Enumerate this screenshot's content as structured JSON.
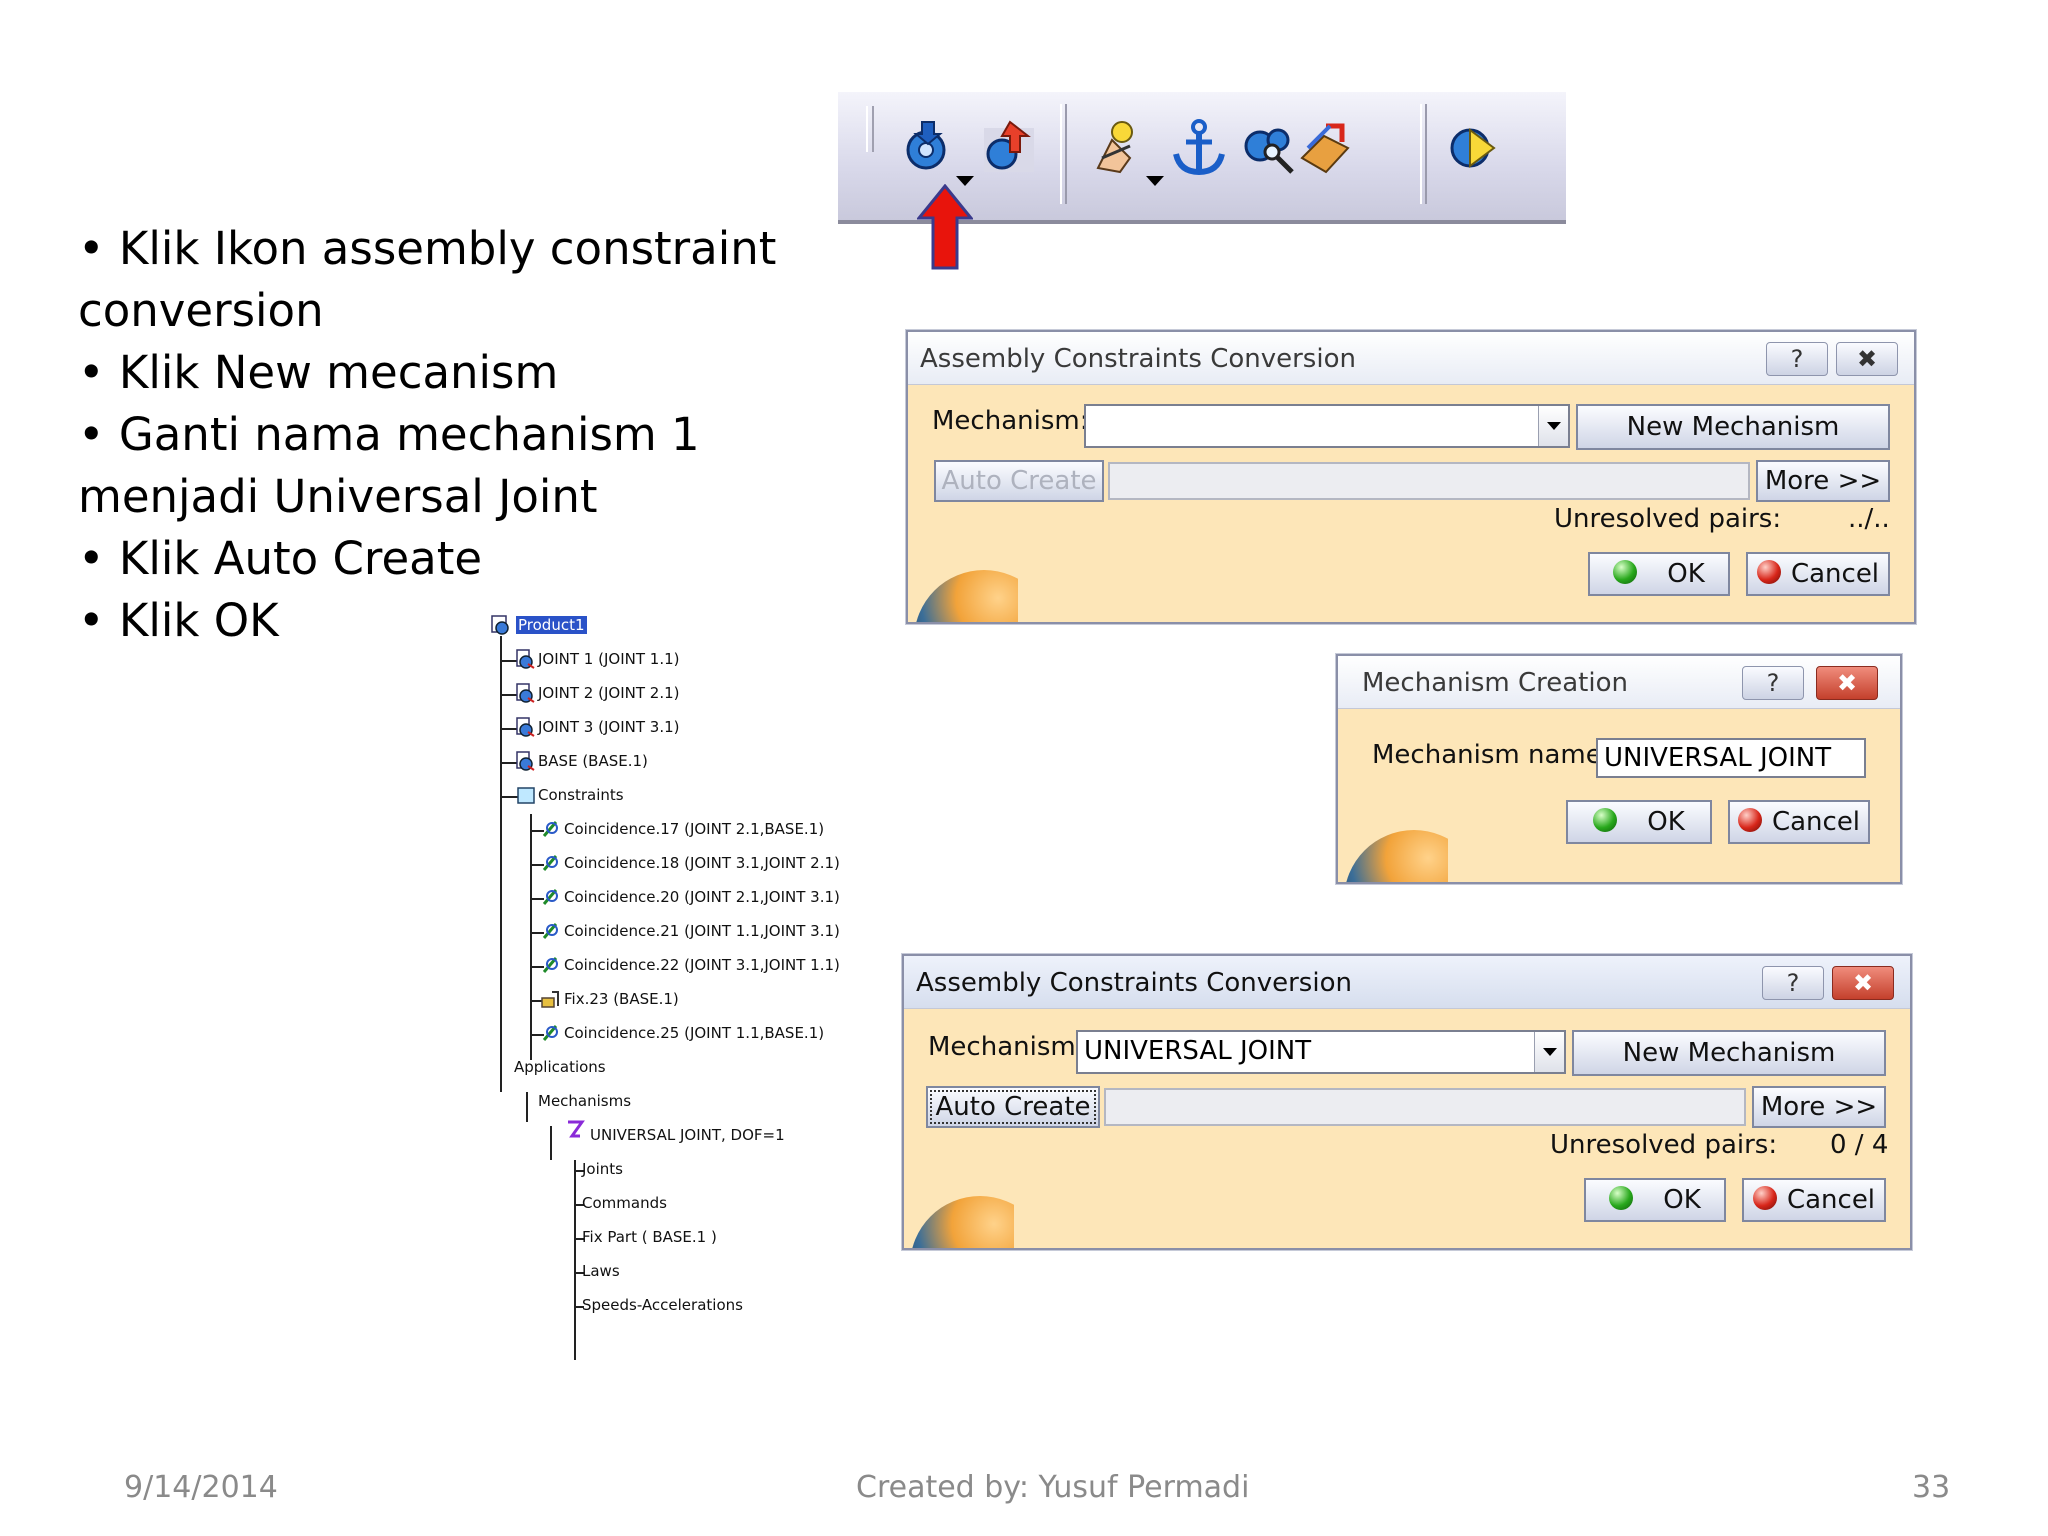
{
  "bullets": [
    "• Klik Ikon assembly constraint",
    "conversion",
    "• Klik New mecanism",
    "• Ganti nama mechanism 1",
    "menjadi Universal Joint",
    "• Klik Auto Create",
    "• Klik OK"
  ],
  "toolbar": {
    "icons": [
      "assembly-constraints-conversion-icon",
      "kinematics-icon",
      "simulation-icon",
      "fixed-part-icon",
      "analyze-mechanism-icon",
      "sequence-icon",
      "mechanism-dressup-icon"
    ]
  },
  "dialog1": {
    "title": "Assembly Constraints Conversion",
    "help": "?",
    "close": "✖",
    "mechanism_label": "Mechanism:",
    "mechanism_value": "",
    "new_mechanism": "New Mechanism",
    "auto_create": "Auto Create",
    "more": "More >>",
    "unresolved_label": "Unresolved pairs:",
    "unresolved_value": "../..",
    "ok": "OK",
    "cancel": "Cancel"
  },
  "dialog2": {
    "title": "Mechanism Creation",
    "help": "?",
    "close": "✖",
    "name_label": "Mechanism name:",
    "name_value": "UNIVERSAL JOINT",
    "ok": "OK",
    "cancel": "Cancel"
  },
  "dialog3": {
    "title": "Assembly Constraints Conversion",
    "help": "?",
    "close": "✖",
    "mechanism_label": "Mechanism:",
    "mechanism_value": "UNIVERSAL JOINT",
    "new_mechanism": "New Mechanism",
    "auto_create": "Auto Create",
    "more": "More >>",
    "unresolved_label": "Unresolved pairs:",
    "unresolved_value": "0 / 4",
    "ok": "OK",
    "cancel": "Cancel"
  },
  "tree": {
    "root": "Product1",
    "parts": [
      "JOINT 1 (JOINT 1.1)",
      "JOINT 2 (JOINT 2.1)",
      "JOINT 3 (JOINT 3.1)",
      "BASE (BASE.1)"
    ],
    "constraints_label": "Constraints",
    "constraints": [
      "Coincidence.17 (JOINT 2.1,BASE.1)",
      "Coincidence.18 (JOINT 3.1,JOINT 2.1)",
      "Coincidence.20 (JOINT 2.1,JOINT 3.1)",
      "Coincidence.21 (JOINT 1.1,JOINT 3.1)",
      "Coincidence.22 (JOINT 3.1,JOINT 1.1)",
      "Fix.23 (BASE.1)",
      "Coincidence.25 (JOINT 1.1,BASE.1)"
    ],
    "applications": "Applications",
    "mechanisms": "Mechanisms",
    "mechanism": "UNIVERSAL JOINT, DOF=1",
    "mechanism_children": [
      "Joints",
      "Commands",
      "Fix Part ( BASE.1 )",
      "Laws",
      "Speeds-Accelerations"
    ]
  },
  "footer": {
    "date": "9/14/2014",
    "author": "Created by: Yusuf Permadi",
    "page": "33"
  }
}
